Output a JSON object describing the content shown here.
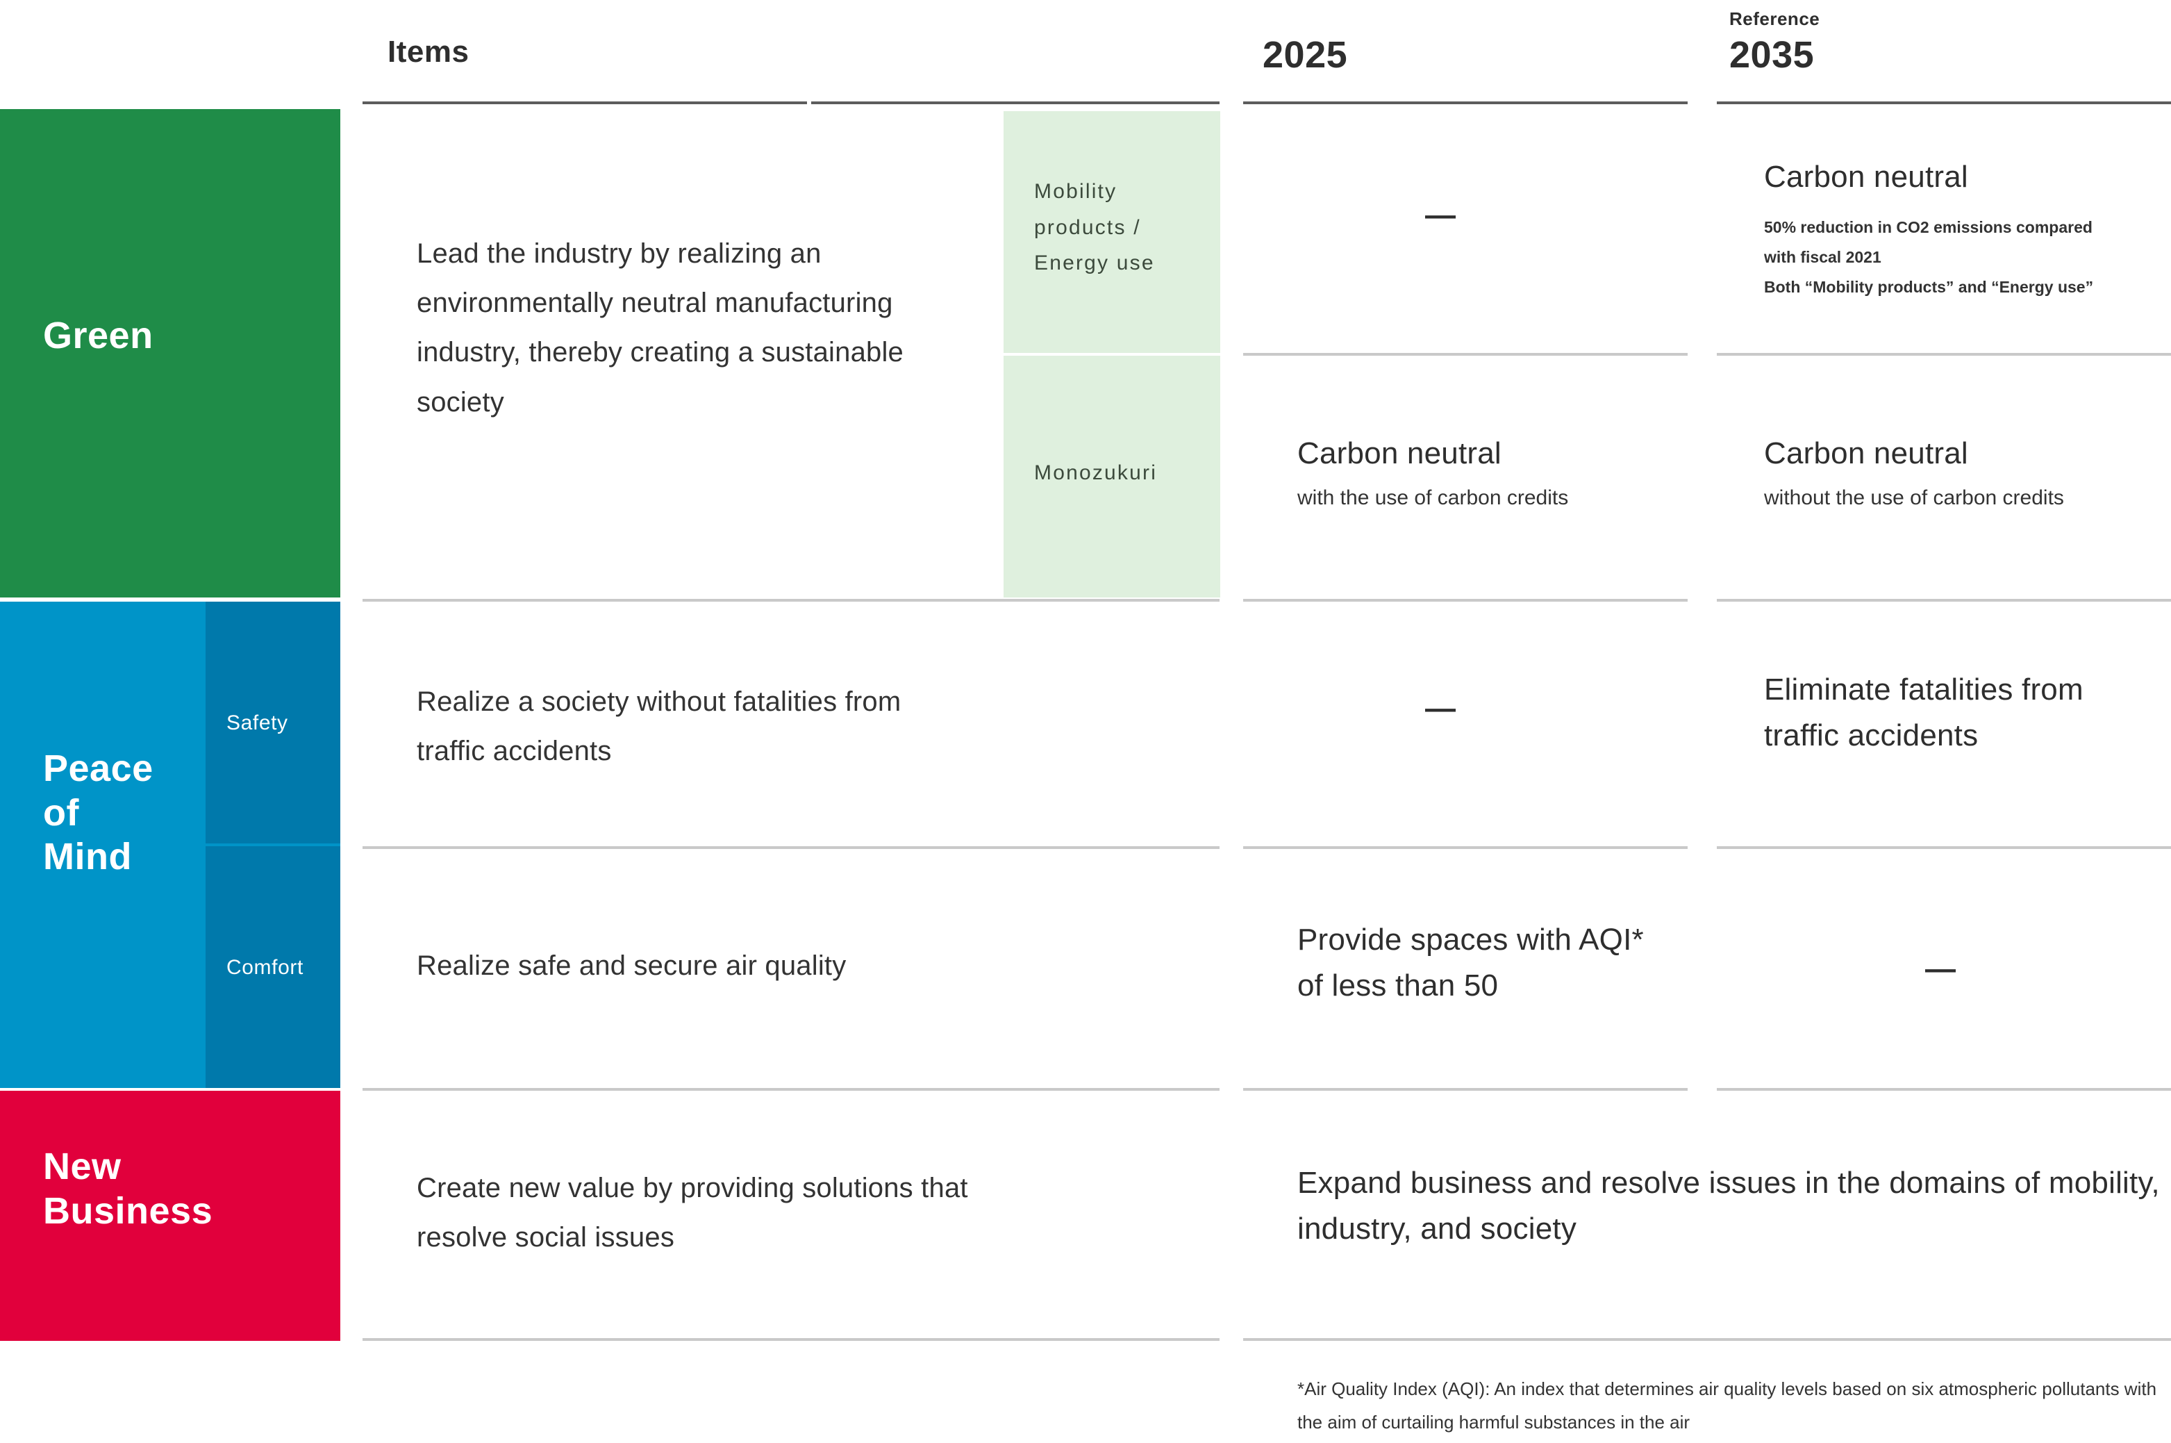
{
  "header": {
    "items_label": "Items",
    "col_2025": "2025",
    "reference_small": "Reference",
    "col_2035": "2035"
  },
  "categories": [
    {
      "name": "Green",
      "color": "#1f8c48"
    },
    {
      "name": "Peace\nof\nMind",
      "color": "#0094c8",
      "sub_color": "#0079ab",
      "subs": [
        "Safety",
        "Comfort"
      ]
    },
    {
      "name": "New\nBusiness",
      "color": "#e1003c"
    }
  ],
  "category_labels": {
    "green": "Green",
    "peace_of_mind": "Peace\nof\nMind",
    "new_business": "New\nBusiness",
    "safety": "Safety",
    "comfort": "Comfort"
  },
  "green_sublabels": {
    "mobility": "Mobility\nproducts /\nEnergy use",
    "monozukuri": "Monozukuri"
  },
  "rows": {
    "green_item": "Lead the industry by realizing an environmentally neutral manufacturing industry, thereby creating a sustainable society",
    "safety_item": "Realize a society without fatalities from traffic accidents",
    "comfort_item": "Realize safe and secure air quality",
    "new_business_item": "Create new value by providing solutions that resolve social issues"
  },
  "cells_2025": {
    "mobility": "—",
    "monozukuri_main": "Carbon neutral",
    "monozukuri_sub": "with the use of carbon credits",
    "safety": "—",
    "comfort": "Provide spaces with AQI* of less than 50",
    "new_business": "Expand business and resolve issues in the domains of mobility, industry, and society"
  },
  "cells_2035": {
    "mobility_main": "Carbon neutral",
    "mobility_note_1": "50% reduction in CO2 emissions compared",
    "mobility_note_2": "with fiscal 2021",
    "mobility_note_3": "Both “Mobility products” and “Energy use”",
    "monozukuri_main": "Carbon neutral",
    "monozukuri_sub": "without the use of carbon credits",
    "safety": "Eliminate fatalities from traffic accidents",
    "comfort": "—"
  },
  "footnote": "*Air Quality Index (AQI): An index that determines air quality levels based on six atmospheric pollutants with the aim of curtailing harmful substances in the air"
}
